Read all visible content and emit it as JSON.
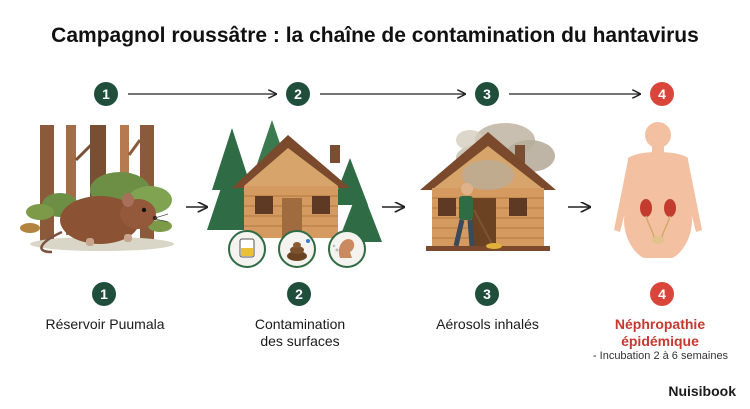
{
  "title": "Campagnol roussâtre : la chaîne de contamination du hantavirus",
  "steps": [
    {
      "number": "1",
      "label": "Réservoir Puumala"
    },
    {
      "number": "2",
      "label_line1": "Contamination",
      "label_line2": "des surfaces"
    },
    {
      "number": "3",
      "label": "Aérosols inhalés"
    },
    {
      "number": "4",
      "label_line1": "Néphropathie",
      "label_line2": "épidémique",
      "note": "- Incubation 2 à 6 semaines"
    }
  ],
  "brand": "Nuisibook",
  "colors": {
    "badge": "#1f4f3b",
    "accent": "#d9453a",
    "text": "#1a1a1a"
  }
}
